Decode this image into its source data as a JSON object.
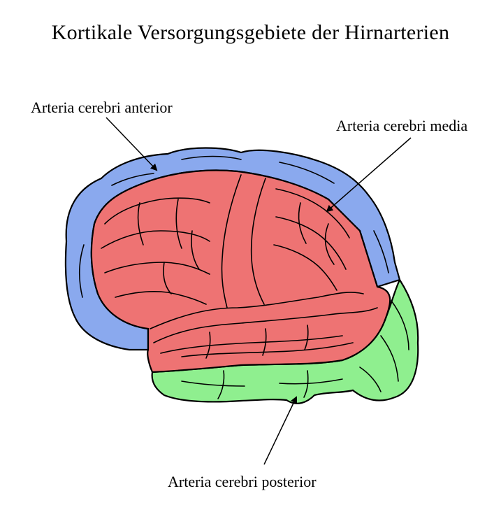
{
  "title": "Kortikale Versorgungsgebiete der Hirnarterien",
  "regions": [
    {
      "name": "Arteria cerebri anterior",
      "color": "#8aa9ee"
    },
    {
      "name": "Arteria cerebri media",
      "color": "#ee7373"
    },
    {
      "name": "Arteria cerebri posterior",
      "color": "#8fef8f"
    }
  ],
  "colors": {
    "outline": "#000000",
    "background": "#ffffff"
  }
}
